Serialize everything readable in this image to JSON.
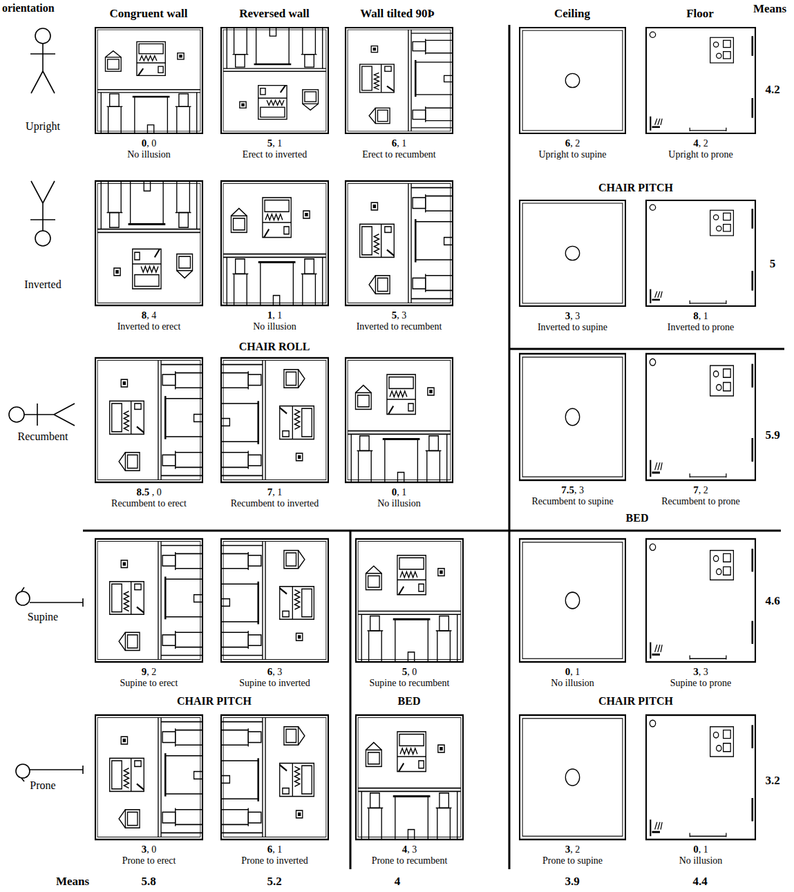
{
  "diagram": {
    "nodes": [
      {
        "text": [
          "0",
          ", 0",
          "No illusion"
        ]
      },
      {
        "text": [
          "5",
          ", 1",
          "Erect to inverted"
        ]
      },
      {
        "text": [
          "6",
          ", 1",
          "Erect to recumbent"
        ]
      },
      {
        "text": [
          "6",
          ", 2",
          "Upright to supine"
        ]
      },
      {
        "text": [
          "4",
          ", 2",
          "Upright to prone"
        ]
      },
      {
        "text": [
          "8",
          ", 4",
          "Inverted to erect"
        ]
      },
      {
        "text": [
          "1",
          ", 1",
          "No illusion"
        ]
      },
      {
        "text": [
          "5",
          ", 3",
          "Inverted to recumbent"
        ]
      },
      {
        "text": [
          "3",
          ", 3",
          "Inverted to supine"
        ]
      },
      {
        "text": [
          "8",
          ", 1",
          "Inverted to prone"
        ]
      },
      {
        "text": [
          "8.5",
          " , 0",
          "Recumbent to erect"
        ]
      },
      {
        "text": [
          "7",
          ", 1",
          "Recumbent to inverted"
        ]
      },
      {
        "text": [
          "0",
          ", 1",
          "No illusion"
        ]
      },
      {
        "text": [
          "7.5",
          ", 3",
          "Recumbent to supine"
        ]
      },
      {
        "text": [
          "7",
          ", 2",
          "Recumbent to prone"
        ]
      },
      {
        "text": [
          "9",
          ", 2",
          "Supine to erect"
        ]
      },
      {
        "text": [
          "6",
          ", 3",
          "Supine to inverted"
        ]
      },
      {
        "text": [
          "5",
          ", 0",
          "Supine to recumbent"
        ]
      },
      {
        "text": [
          "0",
          ", 1",
          "No illusion"
        ]
      },
      {
        "text": [
          "3",
          ", 3",
          "Supine to prone"
        ]
      },
      {
        "text": [
          "3",
          ", 0",
          "Prone to erect"
        ]
      },
      {
        "text": [
          "6",
          ", 1",
          "Prone to inverted"
        ]
      },
      {
        "text": [
          "4",
          ", 3",
          "Prone to recumbent"
        ]
      },
      {
        "text": [
          "3",
          ", 2",
          "Prone to supine"
        ]
      },
      {
        "text": [
          "0",
          ", 1",
          "No illusion"
        ]
      }
    ],
    "labels": [
      "orientation",
      "Congruent wall",
      "Reversed wall",
      "Wall tilted 90Þ",
      "Ceiling",
      "Floor",
      "Means",
      "Upright",
      "4.2",
      "Inverted",
      "CHAIR PITCH",
      "5",
      "CHAIR ROLL",
      "Recumbent",
      "5.9",
      "BED",
      "Supine",
      "4.6",
      "CHAIR PITCH",
      "BED",
      "CHAIR PITCH",
      "Prone",
      "3.2",
      "Means",
      "5.8",
      "5.2",
      "4",
      "3.9",
      "4.4"
    ]
  }
}
